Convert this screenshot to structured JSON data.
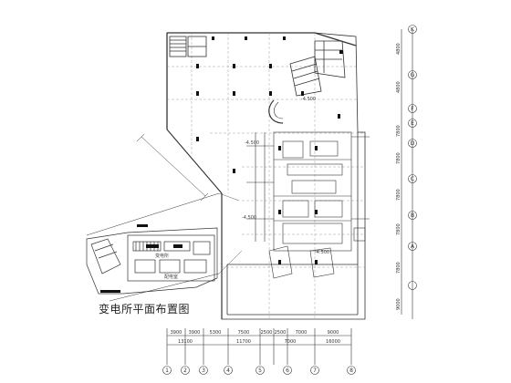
{
  "drawing": {
    "caption": "变电所平面布置图",
    "right_axis": {
      "labels": [
        "K",
        "G",
        "F",
        "E",
        "D",
        "C",
        "B",
        "A"
      ],
      "dimensions": [
        "4800",
        "4800",
        "7800",
        "7800",
        "7800",
        "7800",
        "7800",
        "9000"
      ]
    },
    "bottom_axis": {
      "labels": [
        "1",
        "2",
        "3",
        "4",
        "5",
        "6",
        "7",
        "8"
      ],
      "top_dimensions": [
        "3900",
        "3900",
        "5300",
        "7500",
        "2500",
        "2500",
        "7000",
        "9000"
      ],
      "bottom_dimensions": [
        "13100",
        "11700",
        "7000",
        "16000"
      ]
    },
    "room_labels": [
      "-4.500",
      "-4.500",
      "-4.500",
      "-4.500",
      "变电所",
      "配电室"
    ],
    "colors": {
      "line": "#333333",
      "fill": "#111111",
      "background": "#ffffff"
    }
  }
}
